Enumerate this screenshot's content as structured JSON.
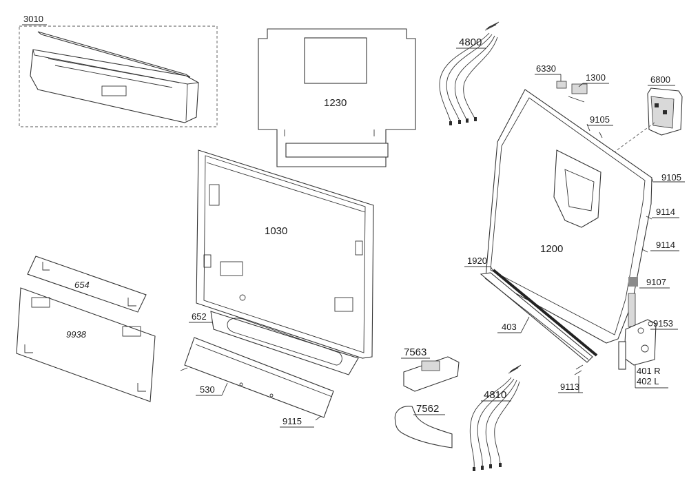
{
  "diagram": {
    "labels": {
      "p3010": "3010",
      "p1230": "1230",
      "p4800": "4800",
      "p6330": "6330",
      "p1300": "1300",
      "p6800": "6800",
      "p9105a": "9105",
      "p9105b": "9105",
      "p9114a": "9114",
      "p9114b": "9114",
      "p1200": "1200",
      "p1920": "1920",
      "p9107": "9107",
      "p403": "403",
      "p9153": "9153",
      "p401": "401 R",
      "p402": "402 L",
      "p9113": "9113",
      "p1030": "1030",
      "p652": "652",
      "p654": "654",
      "p9938": "9938",
      "p530": "530",
      "p9115": "9115",
      "p7563": "7563",
      "p7562": "7562",
      "p4810": "4810"
    },
    "swatch_color": "#8c8c8c"
  }
}
